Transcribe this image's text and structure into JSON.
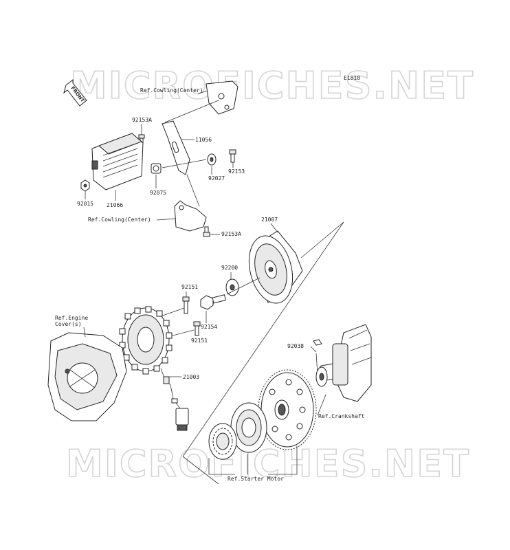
{
  "diagram_code": "E1810",
  "front_arrow_label": "FRONT",
  "watermark_text": "MICROFICHES.NET",
  "references": {
    "cowling_center": "Ref.Cowling(Center)",
    "engine_cover_line1": "Ref.Engine",
    "engine_cover_line2": "Cover(s)",
    "crankshaft": "Ref.Crankshaft",
    "starter_motor": "Ref.Starter Motor"
  },
  "parts": {
    "p92153A_top": "92153A",
    "p11056": "11056",
    "p92153": "92153",
    "p92027": "92027",
    "p92075": "92075",
    "p92015": "92015",
    "p21066": "21066",
    "p92153A_bottom": "92153A",
    "p21007": "21007",
    "p92200": "92200",
    "p92151_top": "92151",
    "p92154": "92154",
    "p92151_bottom": "92151",
    "p21003": "21003",
    "p92038": "92038"
  }
}
